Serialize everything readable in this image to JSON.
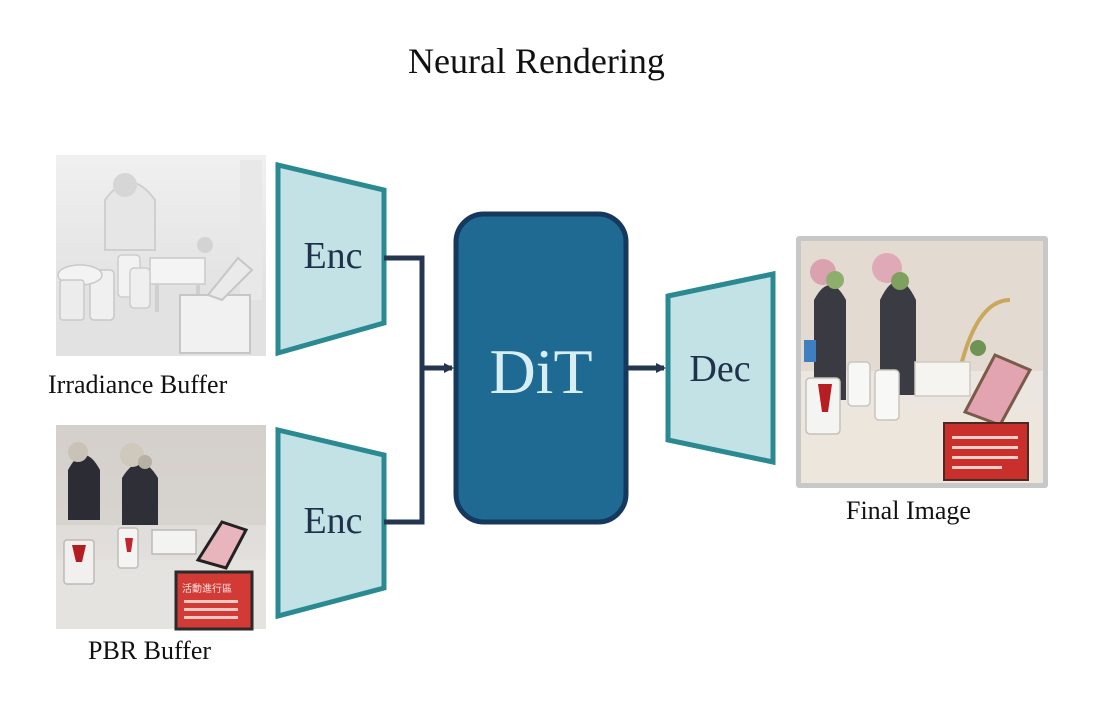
{
  "diagram": {
    "title": "Neural Rendering",
    "inputs": {
      "irradiance_caption": "Irradiance Buffer",
      "pbr_caption": "PBR Buffer"
    },
    "encoders": {
      "top_label": "Enc",
      "bottom_label": "Enc"
    },
    "core": {
      "label": "DiT"
    },
    "decoder": {
      "label": "Dec"
    },
    "output": {
      "caption": "Final Image"
    },
    "colors": {
      "encoder_fill": "#c3e2e6",
      "encoder_stroke": "#2b8a91",
      "dit_fill": "#1f6a93",
      "dit_stroke": "#15385e",
      "arrow": "#253650",
      "dit_text": "#d8eef5"
    },
    "pbr_sign_lines": [
      "活動進行區"
    ]
  }
}
